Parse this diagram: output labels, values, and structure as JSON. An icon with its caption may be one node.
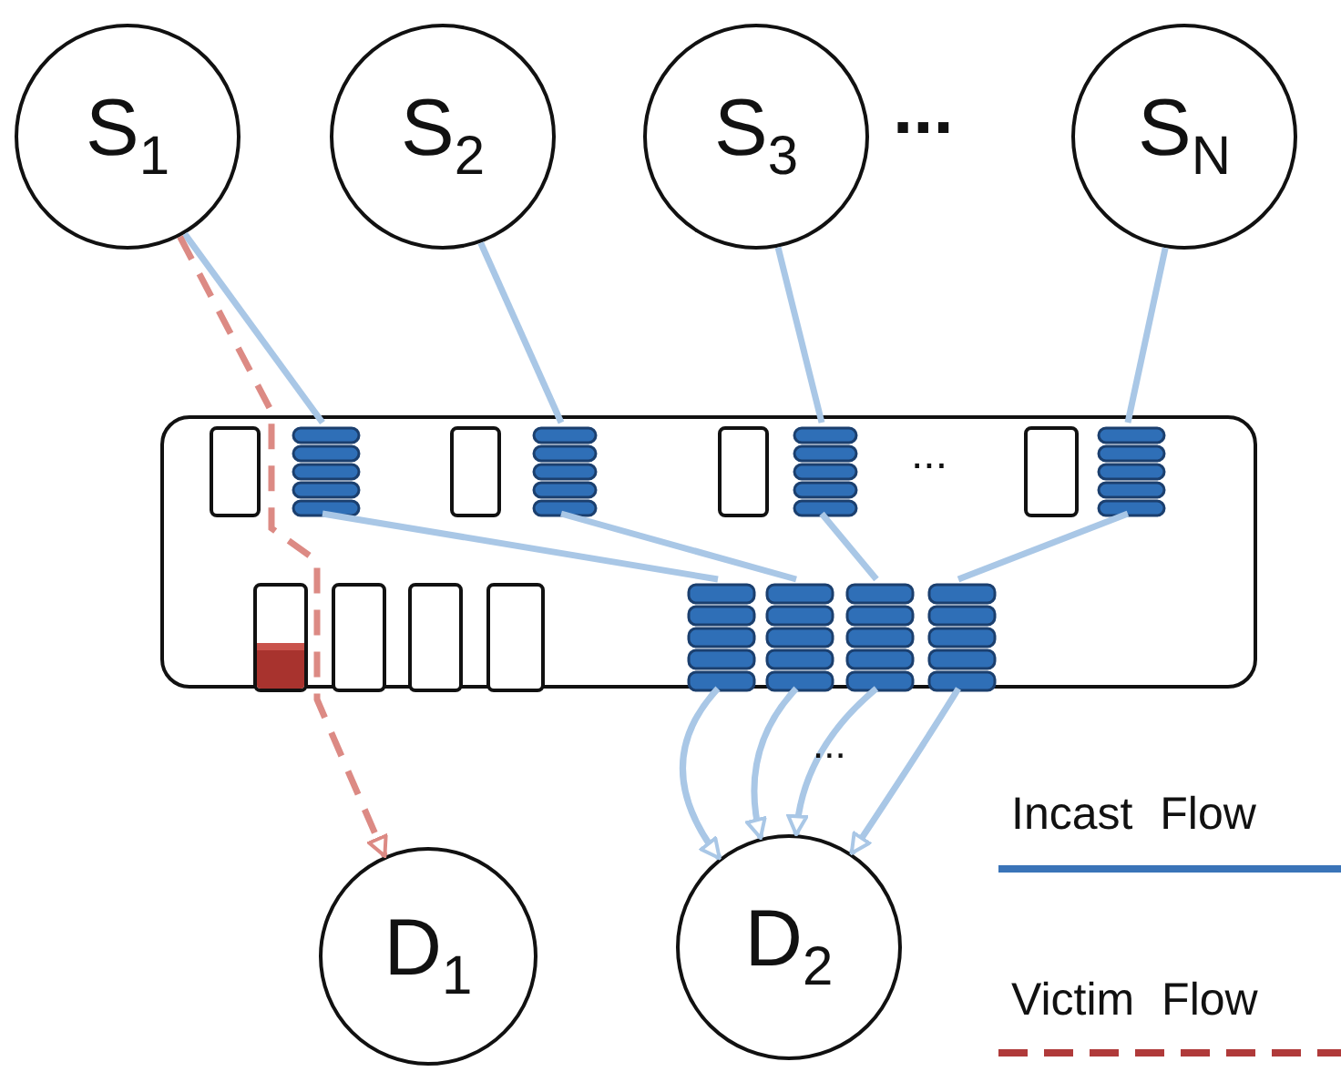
{
  "diagram": {
    "nodes": [
      {
        "text": [
          "S$_{1}$"
        ]
      },
      {
        "text": [
          "S$_{2}$"
        ]
      },
      {
        "text": [
          "S$_{3}$"
        ]
      },
      {
        "text": [
          "S$_{N}$"
        ]
      },
      {
        "text": [],
        "shape": "box"
      },
      {
        "text": [],
        "shape": "box",
        "in": 4
      },
      {
        "text": [],
        "shape": "box",
        "in": 4
      },
      {
        "text": [],
        "shape": "box",
        "in": 4
      },
      {
        "text": [],
        "shape": "box",
        "in": 4
      },
      {
        "text": [],
        "shape": "box",
        "in": 4
      },
      {
        "text": [],
        "shape": "box",
        "in": 4
      },
      {
        "text": [],
        "shape": "box",
        "in": 4
      },
      {
        "text": [],
        "shape": "box",
        "in": 4
      },
      {
        "text": [],
        "shape": "box",
        "in": 4
      },
      {
        "text": [],
        "shape": "box",
        "in": 4
      },
      {
        "text": [],
        "shape": "box",
        "in": 4
      },
      {
        "text": [],
        "shape": "box",
        "in": 4
      },
      {
        "text": [],
        "shape": "box",
        "in": 4
      },
      {
        "text": [],
        "shape": "box",
        "in": 4
      },
      {
        "text": [],
        "shape": "box",
        "in": 4
      },
      {
        "text": [],
        "shape": "box",
        "in": 4
      },
      {
        "text": [
          "D$_{1}$"
        ]
      },
      {
        "text": [
          "D$_{2}$"
        ]
      }
    ],
    "edges": [
      {
        "from": 0,
        "to": 6,
        "arrow": "none"
      },
      {
        "from": 1,
        "to": 8,
        "arrow": "none"
      },
      {
        "from": 2,
        "to": 10,
        "arrow": "none"
      },
      {
        "from": 3,
        "to": 12,
        "arrow": "none"
      },
      {
        "from": 6,
        "to": 17,
        "arrow": "none"
      },
      {
        "from": 8,
        "to": 18,
        "arrow": "none"
      },
      {
        "from": 10,
        "to": 19,
        "arrow": "none"
      },
      {
        "from": 12,
        "to": 20,
        "arrow": "none"
      },
      {
        "from": 17,
        "to": 22,
        "arrow": "to"
      },
      {
        "from": 18,
        "to": 22,
        "arrow": "to"
      },
      {
        "from": 19,
        "to": 22,
        "arrow": "to"
      },
      {
        "from": 20,
        "to": 22,
        "arrow": "to"
      },
      {
        "from": 0,
        "to": 21,
        "arrow": "to",
        "style": "dashed",
        "color": "#dc8a84"
      }
    ],
    "labels": [
      "...",
      "...",
      "..."
    ],
    "legend": [
      {
        "text": "Incast Flow"
      },
      {
        "text": "Victim Flow"
      }
    ]
  }
}
